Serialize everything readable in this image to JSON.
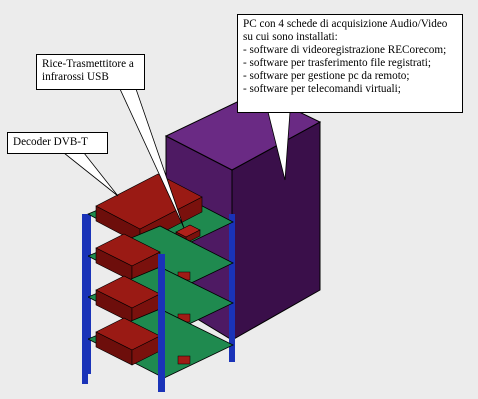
{
  "labels": {
    "pc": {
      "lines": [
        "PC con 4 schede di acquisizione Audio/Video",
        "su cui sono installati:",
        "- software di videoregistrazione RECorecom;",
        "- software per trasferimento file registrati;",
        "- software per gestione pc da remoto;",
        "- software per telecomandi virtuali;"
      ]
    },
    "usb": {
      "lines": [
        "Rice-Trasmettitore a",
        "infrarossi USB"
      ]
    },
    "dvb": {
      "lines": [
        "Decoder DVB-T"
      ]
    }
  },
  "colors": {
    "pc_front": "#3a0f4a",
    "pc_side": "#4e1a63",
    "pc_top": "#6a2a84",
    "shelf": "#1f8a4f",
    "post": "#1a33b8",
    "decoder": "#8b1410",
    "ir": "#a01c16",
    "edge": "#000000",
    "background": "#e8e8e8"
  },
  "counts": {
    "decoders": 4,
    "shelves": 4
  }
}
